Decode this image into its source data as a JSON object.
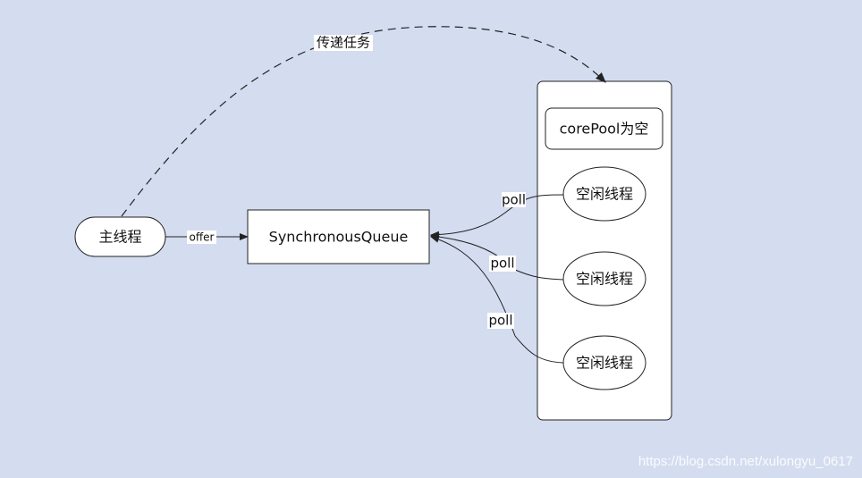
{
  "diagram": {
    "nodes": {
      "main_thread": "主线程",
      "synchronous_queue": "SynchronousQueue",
      "core_pool": "corePool为空",
      "idle_threads": [
        "空闲线程",
        "空闲线程",
        "空闲线程"
      ]
    },
    "edges": {
      "offer": "offer",
      "pass_task": "传递任务",
      "poll": [
        "poll",
        "poll",
        "poll"
      ]
    },
    "colors": {
      "background": "#d4dcf0",
      "node_fill": "#ffffff",
      "stroke": "#222222",
      "label_bg": "#ffffff"
    }
  },
  "watermark": "https://blog.csdn.net/xulongyu_0617"
}
